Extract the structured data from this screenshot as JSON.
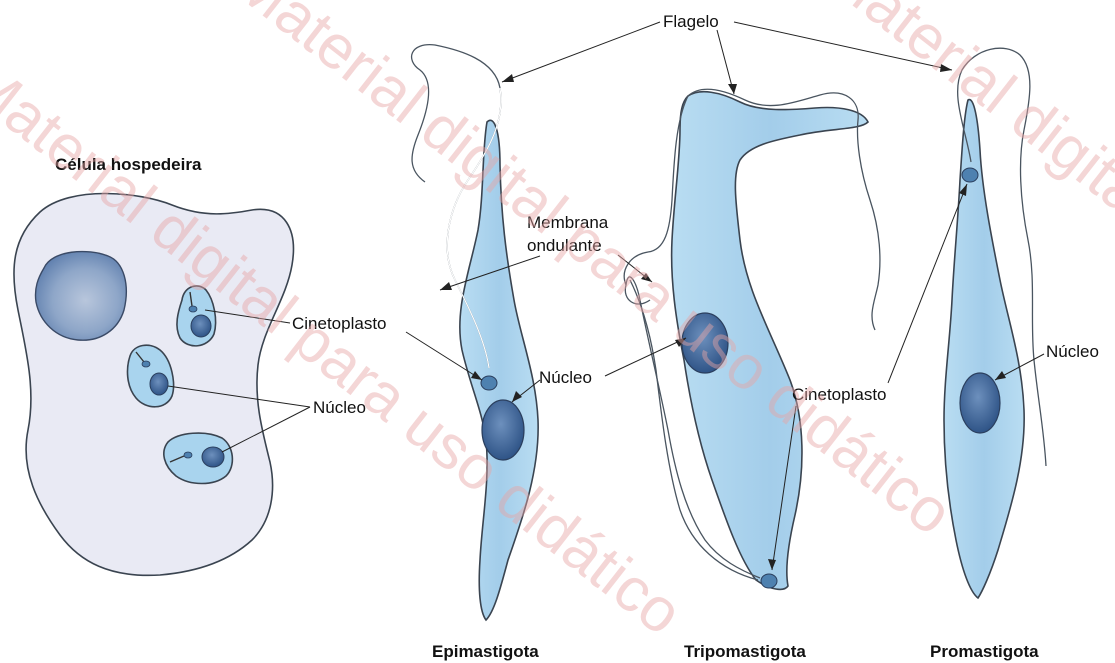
{
  "labels": {
    "host_cell": "Célula hospedeira",
    "flagelo": "Flagelo",
    "membrana_line1": "Membrana",
    "membrana_line2": "ondulante",
    "cinetoplasto_left": "Cinetoplasto",
    "nucleo_left": "Núcleo",
    "nucleo_epi": "Núcleo",
    "cinetoplasto_right": "Cinetoplasto",
    "nucleo_right": "Núcleo"
  },
  "forms": {
    "epimastigota": "Epimastigota",
    "tripomastigota": "Tripomastigota",
    "promastigota": "Promastigota"
  },
  "watermark": [
    "Material digital para uso didático",
    "Material digital para uso didático",
    "Material digital para uso didático"
  ],
  "colors": {
    "cell_fill": "#a9d4ee",
    "cell_fill_light": "#c8e4f4",
    "host_fill": "#e9eaf4",
    "nucleus_fill": "#3f6699",
    "kinetoplast_fill": "#4e81b0",
    "watermark": "#e7a5a5"
  }
}
